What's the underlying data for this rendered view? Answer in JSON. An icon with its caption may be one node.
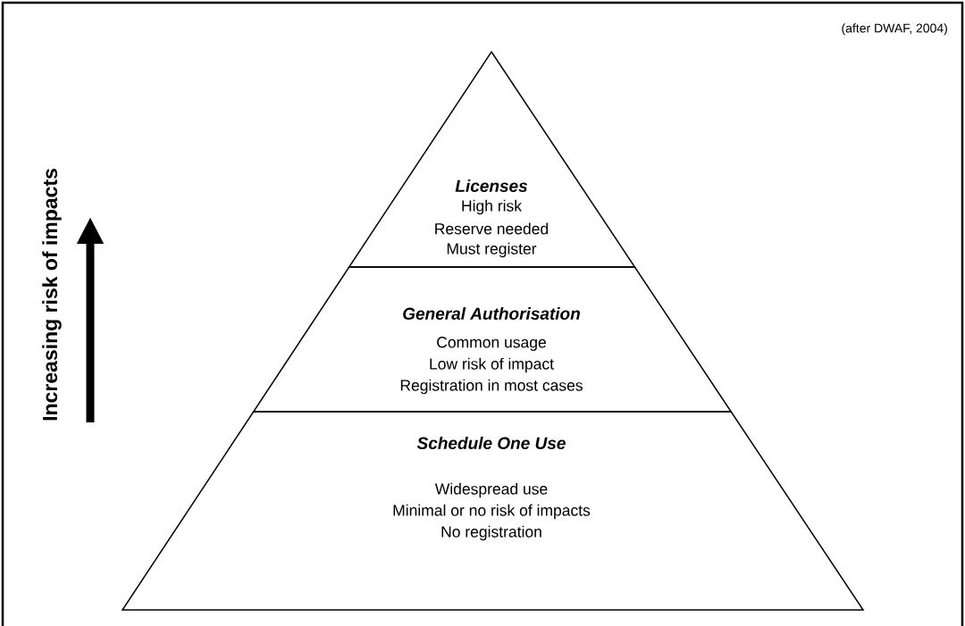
{
  "diagram": {
    "nodes": [
      {
        "text": [
          "Licenses",
          "High risk",
          "Reserve needed",
          "Must register"
        ]
      },
      {
        "text": [
          "General Authorisation",
          "Common usage",
          "Low risk of impact",
          "Registration in most cases"
        ]
      },
      {
        "text": [
          "Schedule One Use",
          "Widespread use",
          "Minimal or no risk of impacts",
          "No registration"
        ]
      }
    ],
    "labels": [
      "(after DWAF, 2004)",
      "Increasing risk of impacts"
    ]
  }
}
